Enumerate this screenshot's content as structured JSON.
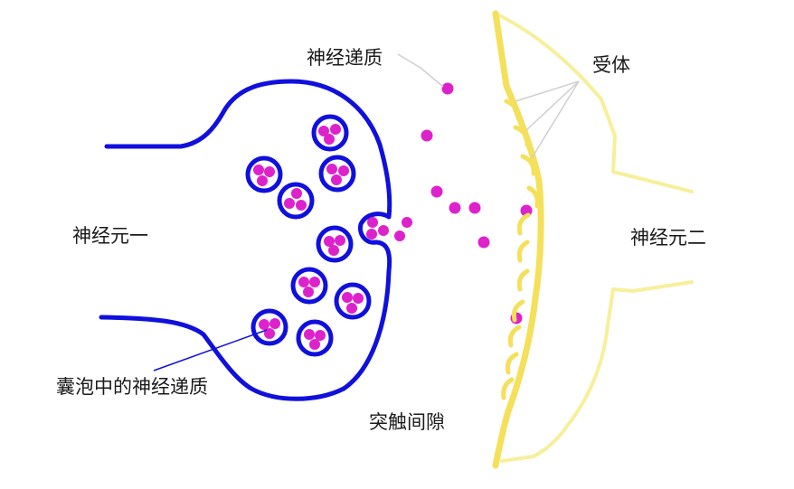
{
  "labels": {
    "neuron1": "神经元一",
    "neuron2": "神经元二",
    "neurotransmitter": "神经递质",
    "receptor": "受体",
    "vesicle_neurotransmitter": "囊泡中的神经递质",
    "synaptic_cleft": "突触间隙"
  },
  "colors": {
    "presynaptic": "#1010dd",
    "postsynaptic_membrane": "#f4e05a",
    "postsynaptic_outline": "#f7ef9a",
    "transmitter": "#dd22cc",
    "leader_line": "#cfcfcf",
    "vesicle_leader": "#1010dd"
  }
}
